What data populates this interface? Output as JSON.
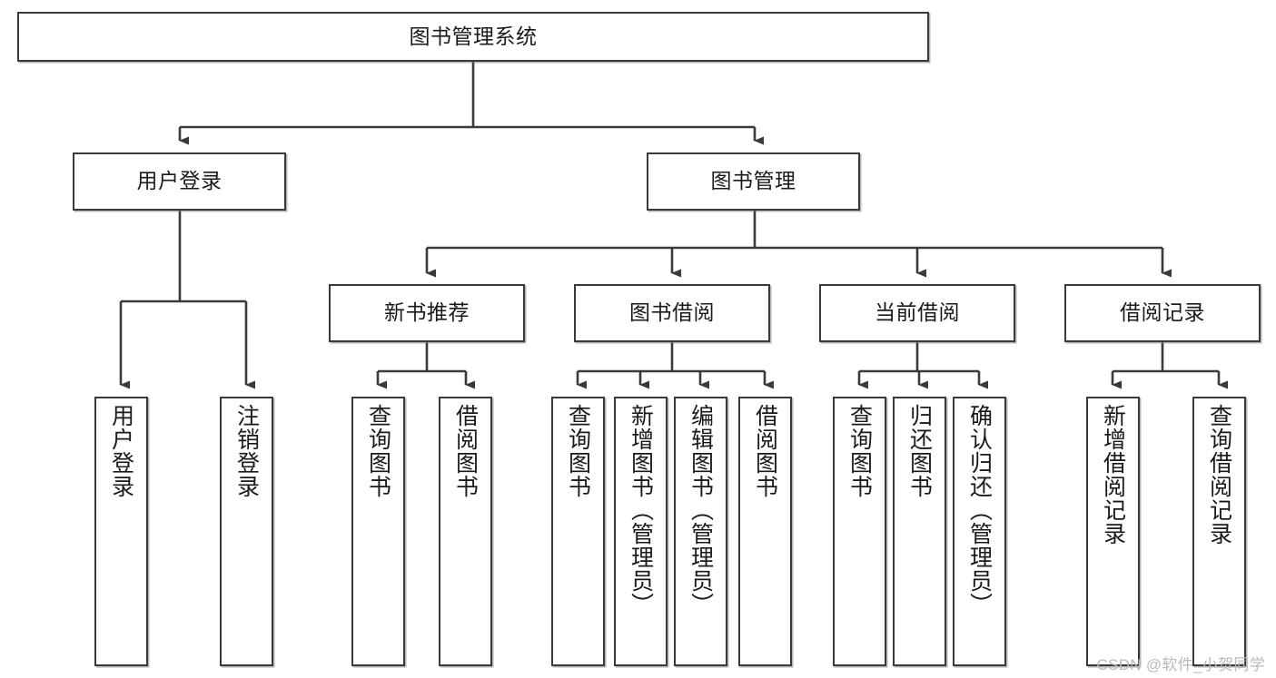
{
  "diagram": {
    "title": "图书管理系统",
    "type": "tree-hierarchy",
    "background_color": "#ffffff",
    "box_border_color": "#3a3a3a",
    "connector_color": "#3a3a3a",
    "nodes": {
      "root": "图书管理系统",
      "level2": {
        "user_login": "用户登录",
        "book_manage": "图书管理"
      },
      "level3": {
        "new_book_rec": "新书推荐",
        "book_borrow": "图书借阅",
        "current_borrow": "当前借阅",
        "borrow_record": "借阅记录"
      },
      "leaves": {
        "user_login_1": "用户登录",
        "user_login_2": "注销登录",
        "new_book_rec_1": "查询图书",
        "new_book_rec_2": "借阅图书",
        "book_borrow_1": "查询图书",
        "book_borrow_2": "新增图书（管理员）",
        "book_borrow_3": "编辑图书（管理员）",
        "book_borrow_4": "借阅图书",
        "current_borrow_1": "查询图书",
        "current_borrow_2": "归还图书",
        "current_borrow_3": "确认归还（管理员）",
        "borrow_record_1": "新增借阅记录",
        "borrow_record_2": "查询借阅记录"
      }
    }
  },
  "watermark": {
    "text": "CSDN @软件_小贺同学"
  }
}
